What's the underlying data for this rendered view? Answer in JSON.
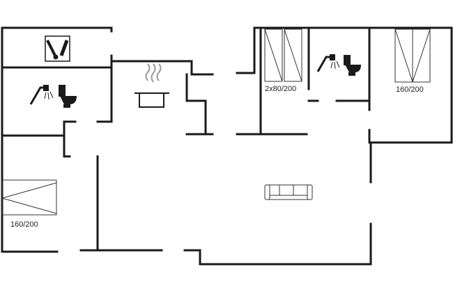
{
  "rooms": [
    {
      "id": "bedroom-1",
      "bed_label": "160/200"
    },
    {
      "id": "bedroom-2",
      "bed_label": "2x80/200"
    },
    {
      "id": "bedroom-3",
      "bed_label": "160/200"
    }
  ],
  "fixtures": [
    {
      "type": "washer",
      "icon": "washing-machine-icon"
    },
    {
      "type": "bathroom",
      "icon": "shower-icon"
    },
    {
      "type": "bathroom",
      "icon": "toilet-icon"
    },
    {
      "type": "kitchen",
      "icon": "cooking-pot-icon"
    },
    {
      "type": "living",
      "icon": "sofa-icon"
    }
  ],
  "colors": {
    "wall": "#1a1a1a",
    "background": "#ffffff"
  }
}
